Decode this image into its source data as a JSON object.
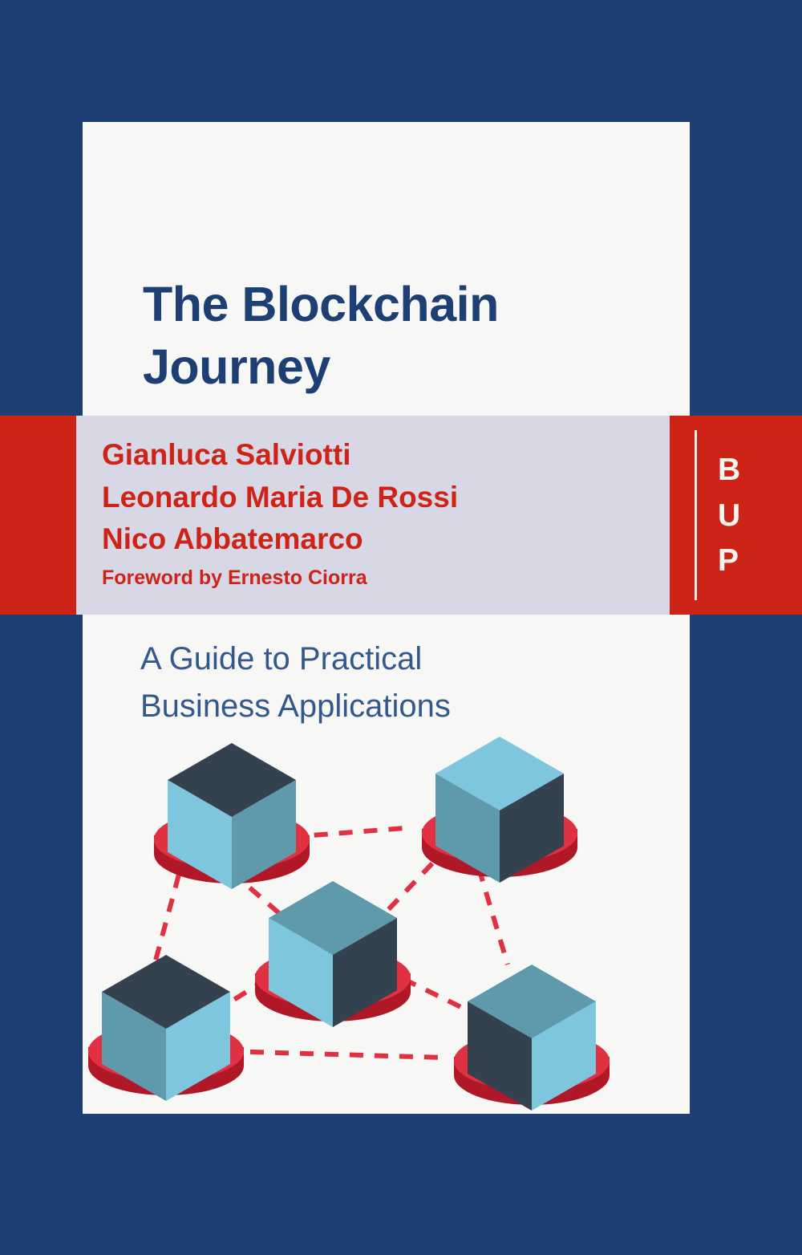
{
  "cover": {
    "background_color": "#1e3f73",
    "panel_color": "#f7f7f5",
    "accent_red": "#ce2317",
    "author_band_color": "#d7d7e6",
    "title_color": "#1e3f73",
    "subtitle_color": "#35588c"
  },
  "title": {
    "line1": "The Blockchain",
    "line2": "Journey"
  },
  "authors": {
    "line1": "Gianluca Salviotti",
    "line2": "Leonardo Maria De Rossi",
    "line3": "Nico Abbatemarco",
    "foreword": "Foreword by Ernesto Ciorra"
  },
  "subtitle": {
    "line1": "A Guide to Practical",
    "line2": "Business Applications"
  },
  "publisher": {
    "name": "BUP",
    "letters": [
      "B",
      "U",
      "P"
    ]
  },
  "illustration": {
    "name": "blockchain-network-cubes",
    "cube_colors": {
      "dark": "#34424f",
      "light_blue": "#7dc6de",
      "teal": "#5e9aab",
      "disc": "#e03142",
      "disc_rim": "#b01828",
      "connector": "#e03142"
    },
    "nodes": [
      {
        "id": "node-top-left",
        "top_face": "dark",
        "left_face": "light_blue",
        "right_face": "teal"
      },
      {
        "id": "node-top-right",
        "top_face": "light_blue",
        "left_face": "teal",
        "right_face": "dark"
      },
      {
        "id": "node-center",
        "top_face": "teal",
        "left_face": "light_blue",
        "right_face": "dark"
      },
      {
        "id": "node-bottom-left",
        "top_face": "dark",
        "left_face": "teal",
        "right_face": "light_blue"
      },
      {
        "id": "node-bottom-right",
        "top_face": "teal",
        "left_face": "dark",
        "right_face": "light_blue"
      }
    ],
    "connections": [
      [
        "node-top-left",
        "node-top-right"
      ],
      [
        "node-top-left",
        "node-center"
      ],
      [
        "node-top-left",
        "node-bottom-left"
      ],
      [
        "node-top-right",
        "node-center"
      ],
      [
        "node-top-right",
        "node-bottom-right"
      ],
      [
        "node-center",
        "node-bottom-left"
      ],
      [
        "node-center",
        "node-bottom-right"
      ],
      [
        "node-bottom-left",
        "node-bottom-right"
      ]
    ]
  }
}
